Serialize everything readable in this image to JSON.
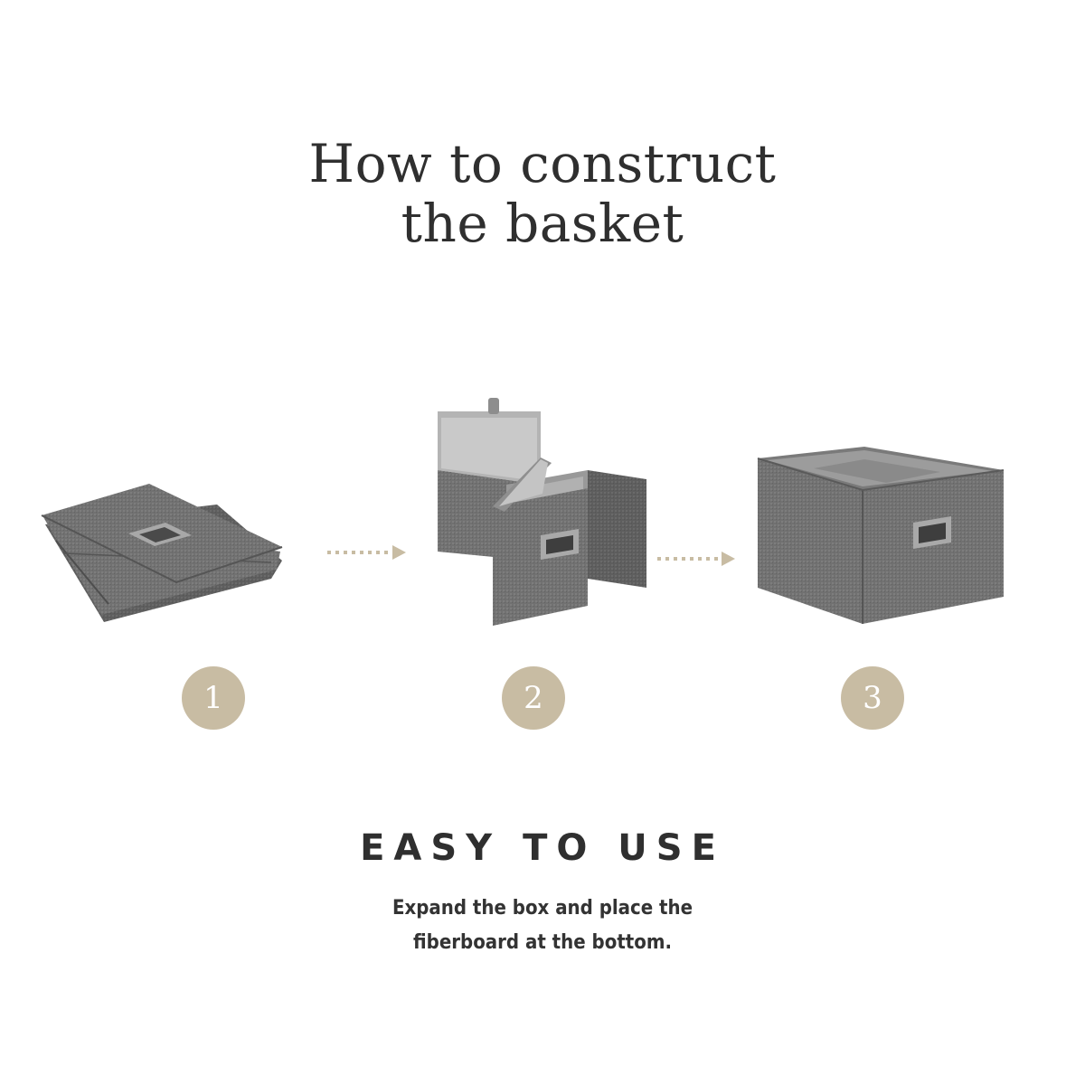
{
  "title": {
    "line1": "How to construct",
    "line2": "the basket"
  },
  "steps": [
    {
      "number": "1"
    },
    {
      "number": "2"
    },
    {
      "number": "3"
    }
  ],
  "heading": "EASY TO USE",
  "description": {
    "line1": "Expand the box and place the",
    "line2": "fiberboard at the bottom."
  },
  "colors": {
    "accent": "#c8bca3",
    "text": "#2f2f2f",
    "box_fabric": "#6f6f6f",
    "box_inner": "#a9a9a9"
  },
  "icons": [
    "folded-box-icon",
    "dotted-arrow-icon",
    "half-open-box-icon",
    "assembled-box-icon"
  ]
}
